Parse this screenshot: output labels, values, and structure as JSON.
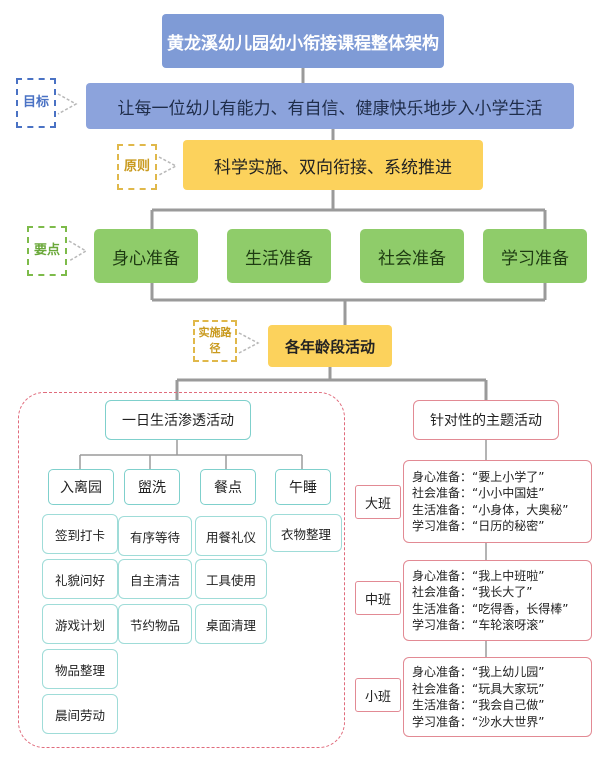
{
  "title": "黄龙溪幼儿园幼小衔接课程整体架构",
  "goal": {
    "tag": "目标",
    "text": "让每一位幼儿有能力、有自信、健康快乐地步入小学生活"
  },
  "principle": {
    "tag": "原则",
    "text": "科学实施、双向衔接、系统推进"
  },
  "key_points": {
    "tag": "要点",
    "items": [
      "身心准备",
      "生活准备",
      "社会准备",
      "学习准备"
    ]
  },
  "implementation": {
    "tag": "实施路径",
    "text": "各年龄段活动"
  },
  "daily": {
    "title": "一日生活渗透活动",
    "categories": [
      {
        "name": "入离园",
        "items": [
          "签到打卡",
          "礼貌问好",
          "游戏计划",
          "物品整理",
          "晨间劳动"
        ]
      },
      {
        "name": "盥洗",
        "items": [
          "有序等待",
          "自主清洁",
          "节约物品"
        ]
      },
      {
        "name": "餐点",
        "items": [
          "用餐礼仪",
          "工具使用",
          "桌面清理"
        ]
      },
      {
        "name": "午睡",
        "items": [
          "衣物整理"
        ]
      }
    ]
  },
  "themes": {
    "title": "针对性的主题活动",
    "classes": [
      {
        "name": "大班",
        "lines": [
          "身心准备：“要上小学了”",
          "社会准备：“小小中国娃”",
          "生活准备：“小身体，大奥秘”",
          "学习准备：“日历的秘密”"
        ]
      },
      {
        "name": "中班",
        "lines": [
          "身心准备：“我上中班啦”",
          "社会准备：“我长大了”",
          "生活准备：“吃得香，长得棒”",
          "学习准备：“车轮滚呀滚”"
        ]
      },
      {
        "name": "小班",
        "lines": [
          "身心准备：“我上幼儿园”",
          "社会准备：“玩具大家玩”",
          "生活准备：“我会自己做”",
          "学习准备：“沙水大世界”"
        ]
      }
    ]
  },
  "colors": {
    "title_blue": "#7f9bd6",
    "yellow": "#fcd25c",
    "green": "#8fcc6a",
    "teal": "#7fd0cc",
    "pink": "#e28a94"
  }
}
